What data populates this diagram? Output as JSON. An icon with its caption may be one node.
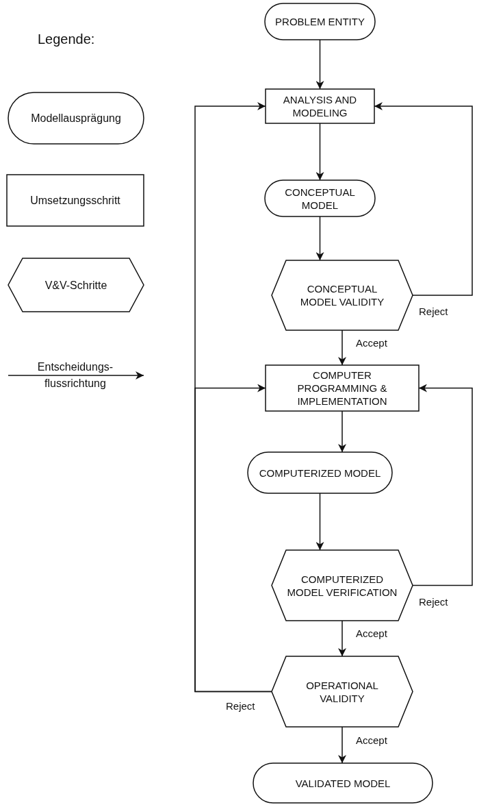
{
  "diagram": {
    "nodes": [
      {
        "text": [
          "PROBLEM ENTITY"
        ]
      },
      {
        "text": [
          "ANALYSIS AND MODELING"
        ]
      },
      {
        "text": [
          "CONCEPTUAL MODEL"
        ]
      },
      {
        "text": [
          "CONCEPTUAL MODEL VALIDITY"
        ]
      },
      {
        "text": [
          "COMPUTER PROGRAMMING & IMPLEMENTATION"
        ]
      },
      {
        "text": [
          "COMPUTERIZED MODEL"
        ]
      },
      {
        "text": [
          "COMPUTERIZED MODEL VERIFICATION"
        ]
      },
      {
        "text": [
          "OPERATIONAL VALIDITY"
        ]
      },
      {
        "text": [
          "VALIDATED MODEL"
        ]
      }
    ],
    "edges": [
      {
        "from": 0,
        "to": 1,
        "arrow": "to"
      },
      {
        "from": 1,
        "to": 2,
        "arrow": "to"
      },
      {
        "from": 2,
        "to": 3,
        "arrow": "to"
      },
      {
        "from": 3,
        "to": 4,
        "arrow": "to",
        "label": "Accept"
      },
      {
        "from": 3,
        "to": 1,
        "arrow": "to",
        "label": "Reject"
      },
      {
        "from": 4,
        "to": 5,
        "arrow": "to"
      },
      {
        "from": 5,
        "to": 6,
        "arrow": "to"
      },
      {
        "from": 6,
        "to": 7,
        "arrow": "to",
        "label": "Accept"
      },
      {
        "from": 6,
        "to": 4,
        "arrow": "to",
        "label": "Reject"
      },
      {
        "from": 7,
        "to": 1,
        "arrow": "to",
        "label": "Reject"
      },
      {
        "from": 7,
        "to": 4,
        "arrow": "to"
      },
      {
        "from": 7,
        "to": 8,
        "arrow": "to",
        "label": "Accept"
      }
    ],
    "labels": [
      "Legende:"
    ],
    "legend": [
      {
        "text": "Modellausprägung"
      },
      {
        "text": "Umsetzungsschritt"
      },
      {
        "text": "V&V-Schritte"
      },
      {
        "text": "Entscheidungs- flussrichtung"
      }
    ]
  }
}
